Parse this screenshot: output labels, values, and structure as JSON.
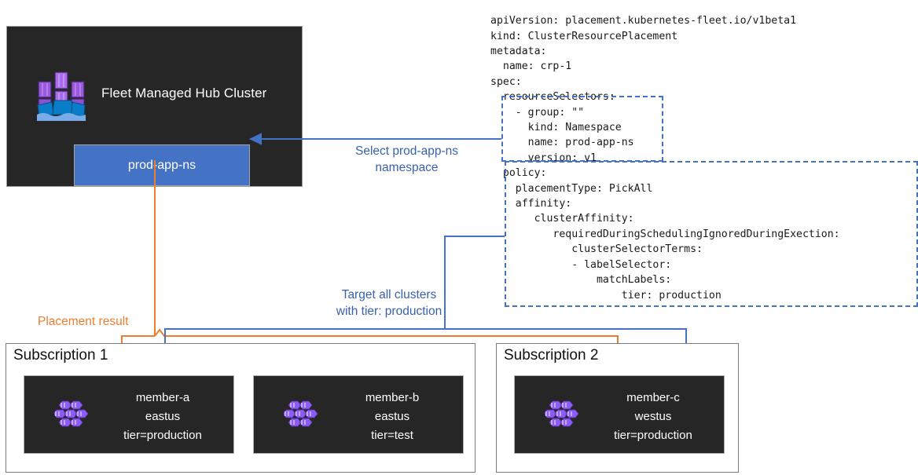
{
  "hub": {
    "title": "Fleet Managed Hub Cluster",
    "icon": "fleet-hub-containers-ships-icon",
    "namespace_box": "prod-app-ns",
    "colors": {
      "background": "#262626",
      "namespace_fill": "#4472C4"
    }
  },
  "yaml": {
    "text": "apiVersion: placement.kubernetes-fleet.io/v1beta1\nkind: ClusterResourcePlacement\nmetadata:\n  name: crp-1\nspec:\n  resourceSelectors:\n    - group: \"\"\n      kind: Namespace\n      name: prod-app-ns\n      version: v1\n  policy:\n    placementType: PickAll\n    affinity:\n       clusterAffinity:\n          requiredDuringSchedulingIgnoredDuringExection:\n             clusterSelectorTerms:\n             - labelSelector:\n                 matchLabels:\n                     tier: production",
    "lines": [
      "apiVersion: placement.kubernetes-fleet.io/v1beta1",
      "kind: ClusterResourcePlacement",
      "metadata:",
      "  name: crp-1",
      "spec:",
      "  resourceSelectors:",
      "    - group: \"\"",
      "      kind: Namespace",
      "      name: prod-app-ns",
      "      version: v1",
      "  policy:",
      "    placementType: PickAll",
      "    affinity:",
      "       clusterAffinity:",
      "          requiredDuringSchedulingIgnoredDuringExection:",
      "             clusterSelectorTerms:",
      "             - labelSelector:",
      "                 matchLabels:",
      "                     tier: production"
    ],
    "highlight_boxes": [
      {
        "name": "resource-selectors-highlight",
        "color": "#4472C4"
      },
      {
        "name": "policy-highlight",
        "color": "#4472C4"
      }
    ]
  },
  "connectors": {
    "select_namespace_label": "Select prod-app-ns\nnamespace",
    "select_namespace_line1": "Select prod-app-ns",
    "select_namespace_line2": "namespace",
    "target_clusters_line1": "Target all clusters",
    "target_clusters_line2": "with tier: production",
    "placement_result_label": "Placement result",
    "colors": {
      "selector": "#4472C4",
      "placement": "#ED7D31"
    }
  },
  "subscriptions": [
    {
      "title": "Subscription 1",
      "members": [
        {
          "icon": "kubernetes-cluster-icon",
          "name": "member-a",
          "region": "eastus",
          "label": "tier=production"
        },
        {
          "icon": "kubernetes-cluster-icon",
          "name": "member-b",
          "region": "eastus",
          "label": "tier=test"
        }
      ]
    },
    {
      "title": "Subscription 2",
      "members": [
        {
          "icon": "kubernetes-cluster-icon",
          "name": "member-c",
          "region": "westus",
          "label": "tier=production"
        }
      ]
    }
  ]
}
